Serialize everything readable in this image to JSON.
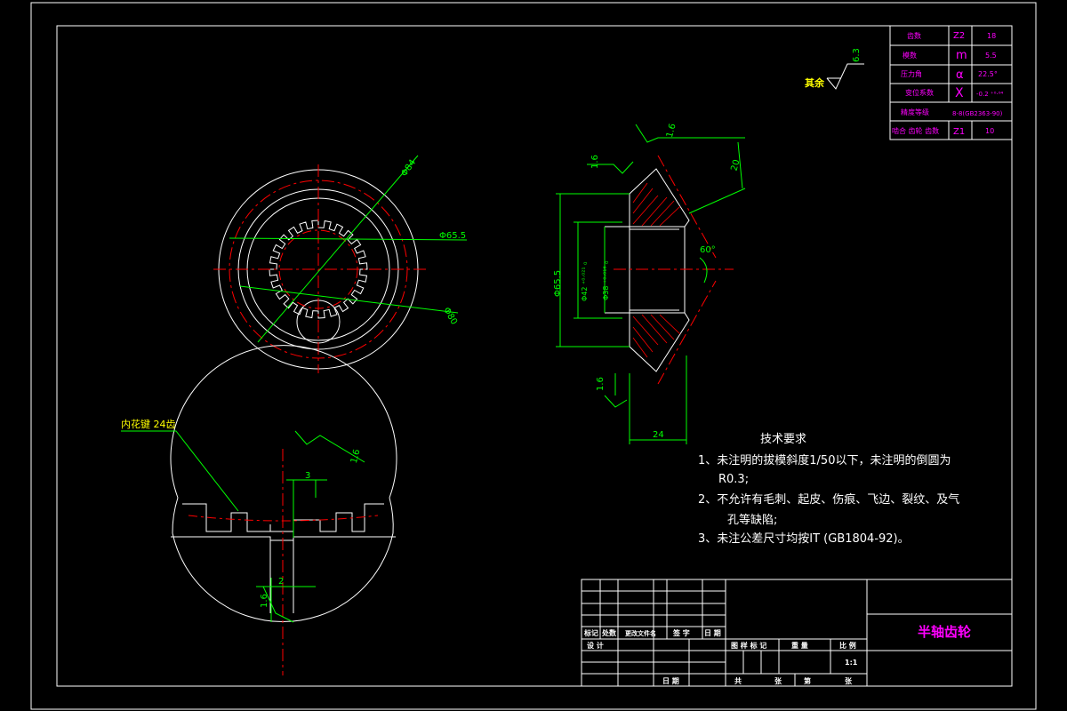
{
  "colors": {
    "background": "#000000",
    "outline": "#ffffff",
    "dimension": "#00ff00",
    "centerline": "#ff0000",
    "table_text": "#ff00ff",
    "title_text": "#ff00ff",
    "hatch": "#ff0000"
  },
  "roughness_other": {
    "label": "其余",
    "value": "6.3"
  },
  "param_table": {
    "rows": [
      {
        "name": "齿数",
        "symbol": "Z2",
        "value": "18"
      },
      {
        "name": "模数",
        "symbol": "m",
        "value": "5.5"
      },
      {
        "name": "压力角",
        "symbol": "α",
        "value": "22.5°"
      },
      {
        "name": "变位系数",
        "symbol": "X",
        "value": "-0.2 ⁺⁰·⁰⁴"
      },
      {
        "name": "精度等级",
        "symbol": "",
        "value": "8-8(GB2363-90)"
      },
      {
        "name": "啮合 齿轮 齿数",
        "symbol": "Z1",
        "value": "10"
      }
    ]
  },
  "front_view": {
    "dim_d1": "Φ84",
    "dim_d2": "Φ65.5",
    "dim_d3": "Φ80"
  },
  "section_view": {
    "dim_top_rough": "1.6",
    "dim_left_rough": "1.6",
    "dim_width_20": "20",
    "dim_d655": "Φ65.5",
    "dim_d42": "Φ42 ⁺⁰·⁰²¹ ₀",
    "dim_d38": "Φ38 ⁺⁰·⁰¹⁶ ₀",
    "dim_angle": "60°",
    "dim_bottom_rough": "1.6",
    "dim_width_24": "24"
  },
  "detail_view": {
    "label": "内花键  24齿",
    "dim_rough_top": "1.6",
    "dim_3": "3",
    "dim_2": "2",
    "dim_rough_bottom": "1.6"
  },
  "tech_requirements": {
    "title": "技术要求",
    "line1": "1、未注明的拔模斜度1/50以下，未注明的倒圆为",
    "line1b": "R0.3;",
    "line2": "2、不允许有毛刺、起皮、伤痕、飞边、裂纹、及气",
    "line2b": "孔等缺陷;",
    "line3": "3、未注公差尺寸均按IT (GB1804-92)。"
  },
  "title_block": {
    "part_name": "半轴齿轮",
    "h_mark": "标记",
    "h_count": "处数",
    "h_doc": "更改文件名",
    "h_sign": "签 字",
    "h_date": "日 期",
    "h_design": "设 计",
    "h_stage": "图 样 标 记",
    "h_weight": "重 量",
    "h_scale": "比 例",
    "scale": "1:1",
    "h_date2": "日 期",
    "h_total": "共",
    "h_page": "张",
    "h_nth": "第",
    "h_page2": "张"
  }
}
